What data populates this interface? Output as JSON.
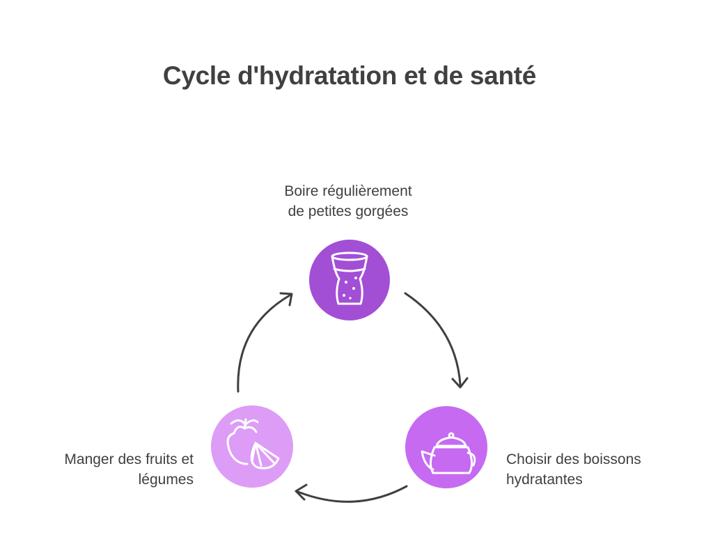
{
  "title": "Cycle d'hydratation et de santé",
  "colors": {
    "top_circle": "#a24fd6",
    "right_circle": "#c66af2",
    "left_circle": "#dd9cf6",
    "arrow": "#3f3f3f",
    "text": "#404040"
  },
  "steps": [
    {
      "position": "top",
      "icon": "glass-icon",
      "label_lines": [
        "Boire régulièrement",
        "de petites gorgées"
      ]
    },
    {
      "position": "bottom-right",
      "icon": "teapot-icon",
      "label_lines": [
        "Choisir des boissons",
        "hydratantes"
      ]
    },
    {
      "position": "bottom-left",
      "icon": "fruit-icon",
      "label_lines": [
        "Manger des fruits et",
        "légumes"
      ]
    }
  ]
}
